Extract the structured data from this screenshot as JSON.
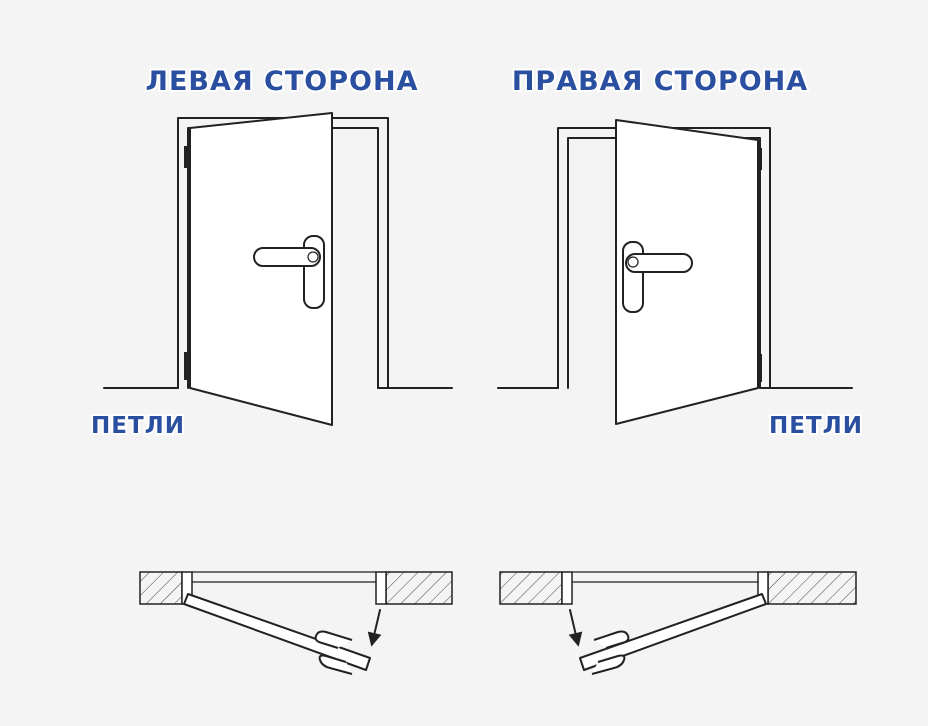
{
  "labels": {
    "left_side": "ЛЕВАЯ СТОРОНА",
    "right_side": "ПРАВАЯ СТОРОНА",
    "hinges_left": "ПЕТЛИ",
    "hinges_right": "ПЕТЛИ"
  },
  "colors": {
    "label_fill": "#2a4fa0",
    "label_outline": "#ffffff",
    "line": "#222222",
    "background": "#f4f4f4"
  }
}
